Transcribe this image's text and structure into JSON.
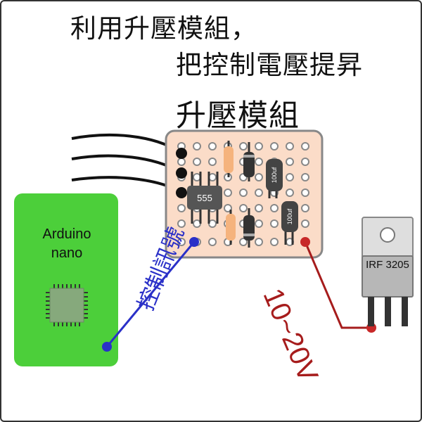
{
  "title": {
    "line1": "利用升壓模組，",
    "line2": "把控制電壓提昇"
  },
  "module_label": "升壓模組",
  "arduino": {
    "line1": "Arduino",
    "line2": "nano"
  },
  "chips": {
    "timer": "555",
    "cap1": "100uf",
    "cap2": "100uf"
  },
  "mosfet_label": "IRF 3205",
  "signal_label": "控制訊號",
  "voltage_label": "10~20V",
  "colors": {
    "arduino": "#4ccf3a",
    "board": "#fbdcc8",
    "signal": "#2a30c8",
    "power": "#a61c1c"
  }
}
